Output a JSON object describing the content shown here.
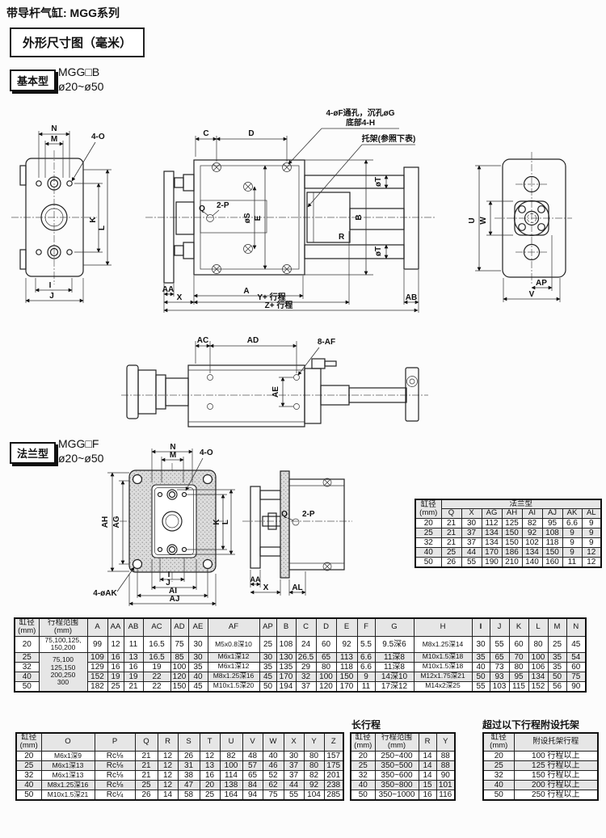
{
  "header": {
    "title": "带导杆气缸: MGG系列",
    "size_box": "外形尺寸图（毫米）"
  },
  "sections": {
    "basic": {
      "tag": "基本型",
      "model": "MGG□B",
      "bore": "ø20~ø50"
    },
    "flange": {
      "tag": "法兰型",
      "model": "MGG□F",
      "bore": "ø20~ø50"
    }
  },
  "dim": {
    "n": "N",
    "m": "M",
    "o4": "4-O",
    "k": "K",
    "l": "L",
    "i": "I",
    "j": "J",
    "c": "C",
    "d": "D",
    "q": "Q",
    "p2": "2-P",
    "s": "øS",
    "e": "E",
    "b": "B",
    "t": "øT",
    "r": "R",
    "aa": "AA",
    "x": "X",
    "a": "A",
    "y": "Y+ 行程",
    "z": "Z+ 行程",
    "ab": "AB",
    "u": "U",
    "w": "W",
    "ap": "AP",
    "v": "V",
    "ac": "AC",
    "ad": "AD",
    "af8": "8-AF",
    "ae": "AE",
    "ah": "AH",
    "ag": "AG",
    "ai": "AI",
    "aj": "AJ",
    "ak4": "4-øAK",
    "al": "AL",
    "note1": "4-øF通孔，沉孔øG",
    "note2": "底部4-H",
    "bracket": "托架(参照下表)"
  },
  "table_titles": {
    "long": "长行程",
    "bracket": "超过以下行程附设托架"
  },
  "tables": {
    "flange": {
      "head": [
        [
          {
            "t": "缸径\n(mm)",
            "rs": 2
          },
          {
            "t": "法兰型",
            "cs": 8
          }
        ],
        [
          "Q",
          "X",
          "AG",
          "AH",
          "AI",
          "AJ",
          "AK",
          "AL"
        ]
      ],
      "body": [
        [
          "20",
          "21",
          "30",
          "112",
          "125",
          "82",
          "95",
          "6.6",
          "9"
        ],
        {
          "cls": "sh",
          "cells": [
            "25",
            "21",
            "37",
            "134",
            "150",
            "92",
            "108",
            "9",
            "9"
          ]
        },
        [
          "32",
          "21",
          "37",
          "134",
          "150",
          "102",
          "118",
          "9",
          "9"
        ],
        {
          "cls": "sh",
          "cells": [
            "40",
            "25",
            "44",
            "170",
            "186",
            "134",
            "150",
            "9",
            "12"
          ]
        },
        [
          "50",
          "26",
          "55",
          "190",
          "210",
          "140",
          "160",
          "11",
          "12"
        ]
      ]
    },
    "main": {
      "head": [
        [
          {
            "t": "缸径\n(mm)"
          },
          {
            "t": "行程范围\n(mm)"
          },
          "A",
          "AA",
          "AB",
          "AC",
          "AD",
          "AE",
          "AF",
          "AP",
          "B",
          "C",
          "D",
          "E",
          "F",
          "G",
          "H",
          {
            "t": "I",
            "cls": "bd"
          },
          "J",
          "K",
          "L",
          "M",
          "N"
        ]
      ],
      "body": [
        [
          "20",
          {
            "t": "75,100,125,\n150,200",
            "cls": "sm"
          },
          "99",
          "12",
          "11",
          "16.5",
          "75",
          "30",
          {
            "t": "M5x0.8深10",
            "cls": "sm"
          },
          "25",
          "108",
          "24",
          "60",
          "92",
          "5.5",
          "9.5深6",
          {
            "t": "M8x1.25深14",
            "cls": "sm"
          },
          "30",
          "55",
          "60",
          "80",
          "25",
          "45"
        ],
        {
          "cls": "sh",
          "cells": [
            "25",
            {
              "t": "75,100\n125,150\n200,250\n300",
              "rs": 4,
              "cls": "wh sm"
            },
            "109",
            "16",
            "13",
            "16.5",
            "85",
            "30",
            {
              "t": "M6x1深12",
              "cls": "sm"
            },
            "30",
            "130",
            "26.5",
            "65",
            "113",
            "6.6",
            "11深8",
            {
              "t": "M10x1.5深18",
              "cls": "sm"
            },
            "35",
            "65",
            "70",
            "100",
            "35",
            "54"
          ]
        },
        [
          "32",
          "129",
          "16",
          "16",
          "19",
          "100",
          "35",
          {
            "t": "M6x1深12",
            "cls": "sm"
          },
          "35",
          "135",
          "29",
          "80",
          "118",
          "6.6",
          "11深8",
          {
            "t": "M10x1.5深18",
            "cls": "sm"
          },
          "40",
          "73",
          "80",
          "106",
          "35",
          "60"
        ],
        {
          "cls": "sh",
          "cells": [
            "40",
            "152",
            "19",
            "19",
            "22",
            "120",
            "40",
            {
              "t": "M8x1.25深16",
              "cls": "sm"
            },
            "45",
            "170",
            "32",
            "100",
            "150",
            "9",
            "14深10",
            {
              "t": "M12x1.75深21",
              "cls": "sm"
            },
            "50",
            "93",
            "95",
            "134",
            "50",
            "75"
          ]
        },
        [
          "50",
          "182",
          "25",
          "21",
          "22",
          "150",
          "45",
          {
            "t": "M10x1.5深20",
            "cls": "sm"
          },
          "50",
          "194",
          "37",
          "120",
          "170",
          "11",
          "17深12",
          {
            "t": "M14x2深25",
            "cls": "sm"
          },
          "55",
          "103",
          "115",
          "152",
          "56",
          "90"
        ]
      ]
    },
    "opq": {
      "head": [
        [
          {
            "t": "缸径\n(mm)"
          },
          "O",
          "P",
          "Q",
          "R",
          "S",
          "T",
          "U",
          "V",
          "W",
          "X",
          "Y",
          "Z"
        ]
      ],
      "body": [
        [
          "20",
          {
            "t": "M6x1深9",
            "cls": "sm"
          },
          "Rc⅛",
          "21",
          "12",
          "26",
          "12",
          "82",
          "48",
          "40",
          "30",
          "80",
          "157"
        ],
        {
          "cls": "sh",
          "cells": [
            "25",
            {
              "t": "M6x1深13",
              "cls": "sm"
            },
            "Rc⅛",
            "21",
            "12",
            "31",
            "13",
            "100",
            "57",
            "46",
            "37",
            "80",
            "175"
          ]
        },
        [
          "32",
          {
            "t": "M6x1深13",
            "cls": "sm"
          },
          "Rc⅛",
          "21",
          "12",
          "38",
          "16",
          "114",
          "65",
          "52",
          "37",
          "82",
          "201"
        ],
        {
          "cls": "sh",
          "cells": [
            "40",
            {
              "t": "M8x1.25深16",
              "cls": "sm"
            },
            "Rc⅛",
            "25",
            "12",
            "47",
            "20",
            "138",
            "84",
            "62",
            "44",
            "92",
            "238"
          ]
        },
        [
          "50",
          {
            "t": "M10x1.5深21",
            "cls": "sm"
          },
          "Rc¼",
          "26",
          "14",
          "58",
          "25",
          "164",
          "94",
          "75",
          "55",
          "104",
          "285"
        ]
      ]
    },
    "long": {
      "head": [
        [
          {
            "t": "缸径\n(mm)"
          },
          {
            "t": "行程范围\n(mm)"
          },
          "R",
          "Y"
        ]
      ],
      "body": [
        [
          "20",
          "250~400",
          "14",
          "88"
        ],
        {
          "cls": "sh",
          "cells": [
            "25",
            "350~500",
            "14",
            "88"
          ]
        },
        [
          "32",
          "350~600",
          "14",
          "90"
        ],
        {
          "cls": "sh",
          "cells": [
            "40",
            "350~800",
            "15",
            "101"
          ]
        },
        [
          "50",
          "350~1000",
          "16",
          "116"
        ]
      ]
    },
    "bracket": {
      "head": [
        [
          {
            "t": "缸径\n(mm)"
          },
          {
            "t": "附设托架行程"
          }
        ]
      ],
      "body": [
        [
          "20",
          "100 行程以上"
        ],
        {
          "cls": "sh",
          "cells": [
            "25",
            "125 行程以上"
          ]
        },
        [
          "32",
          "150 行程以上"
        ],
        {
          "cls": "sh",
          "cells": [
            "40",
            "200 行程以上"
          ]
        },
        [
          "50",
          "250 行程以上"
        ]
      ]
    }
  }
}
